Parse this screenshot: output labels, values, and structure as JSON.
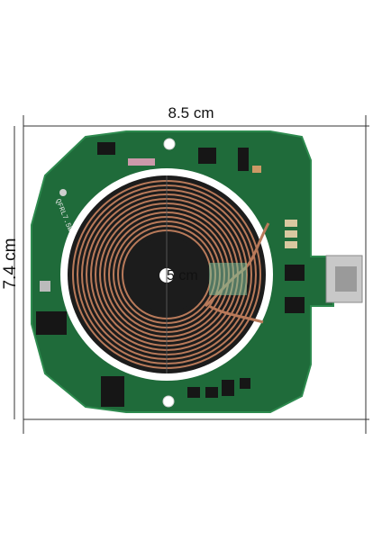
{
  "dimensions": {
    "width_label": "8.5 cm",
    "height_label": "7.4 cm",
    "coil_label": "5 cm"
  },
  "board_marking": "QFRL7.5W-K1-V3",
  "colors": {
    "pcb": "#1f6b3a",
    "pcb_edge": "#2d8a4e",
    "copper_coil": "#b97a5a",
    "ferrite": "#1c1c1c",
    "connector_metal": "#c8c8c8"
  }
}
